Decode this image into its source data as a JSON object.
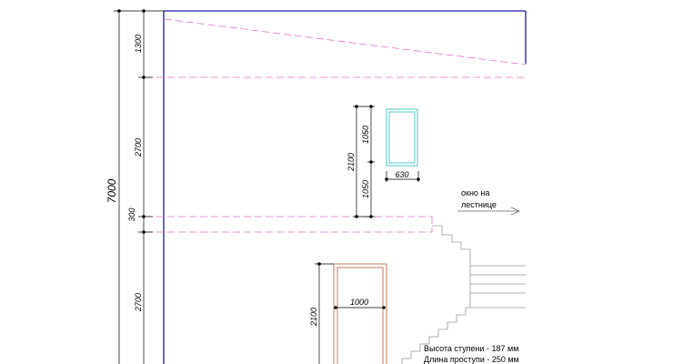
{
  "dimensions": {
    "total_height": "7000",
    "roof_height": "1300",
    "floor2_height": "2700",
    "slab_thickness": "300",
    "floor1_height": "2700",
    "window_height": "2100",
    "window_half_upper": "1050",
    "window_half_lower": "1050",
    "window_width": "630",
    "door_width": "1000",
    "door_height": "2100"
  },
  "annotations": {
    "window_on_stairs_line1": "окно на",
    "window_on_stairs_line2": "лестнице",
    "step_height_note": "Высота ступени - 187 мм",
    "tread_length_note": "Длина проступи - 250 мм"
  },
  "colors": {
    "wall_outline": "#1a1aa6",
    "dashed_level": "#e070d0",
    "window": "#40c0c0",
    "door": "#c07050",
    "stairs": "#9a9a9a",
    "dimension": "#000000"
  }
}
